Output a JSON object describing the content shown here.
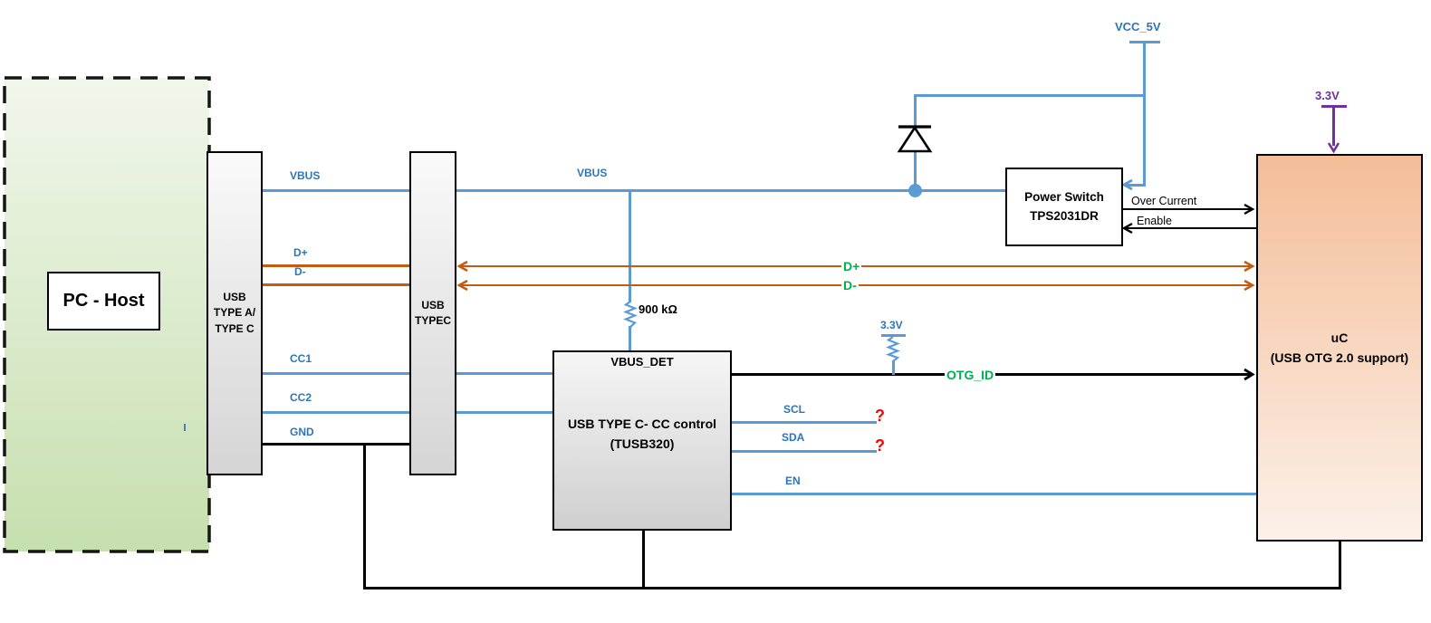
{
  "blocks": {
    "pc_host": "PC - Host",
    "usb_type_a": "USB\nTYPE A/\nTYPE C",
    "usb_typec": "USB\nTYPEC",
    "tusb320_pin": "VBUS_DET",
    "tusb320": "USB TYPE C- CC control\n(TUSB320)",
    "power_switch": "Power Switch\nTPS2031DR",
    "uc": "uC\n(USB OTG 2.0 support)"
  },
  "net_labels": {
    "vbus_left": "VBUS",
    "vbus_mid": "VBUS",
    "d_plus_left": "D+",
    "d_minus_left": "D-",
    "d_plus_right": "D+",
    "d_minus_right": "D-",
    "cc1": "CC1",
    "cc2": "CC2",
    "gnd": "GND",
    "resistor_900k": "900 kΩ",
    "vcc_5v": "VCC_5V",
    "pullup_3v3": "3.3V",
    "uc_3v3": "3.3V",
    "otg_id": "OTG_ID",
    "scl": "SCL",
    "sda": "SDA",
    "en": "EN",
    "over_current": "Over Current",
    "enable": "Enable",
    "scl_unknown": "?",
    "sda_unknown": "?"
  },
  "colors": {
    "wire_blue": "#5B9BD5",
    "label_blue": "#2E75B6",
    "wire_orange": "#C55A11",
    "net_green": "#00B050",
    "unknown_red": "#FF0000",
    "supply_purple": "#7030A0",
    "wire_black": "#000000"
  }
}
